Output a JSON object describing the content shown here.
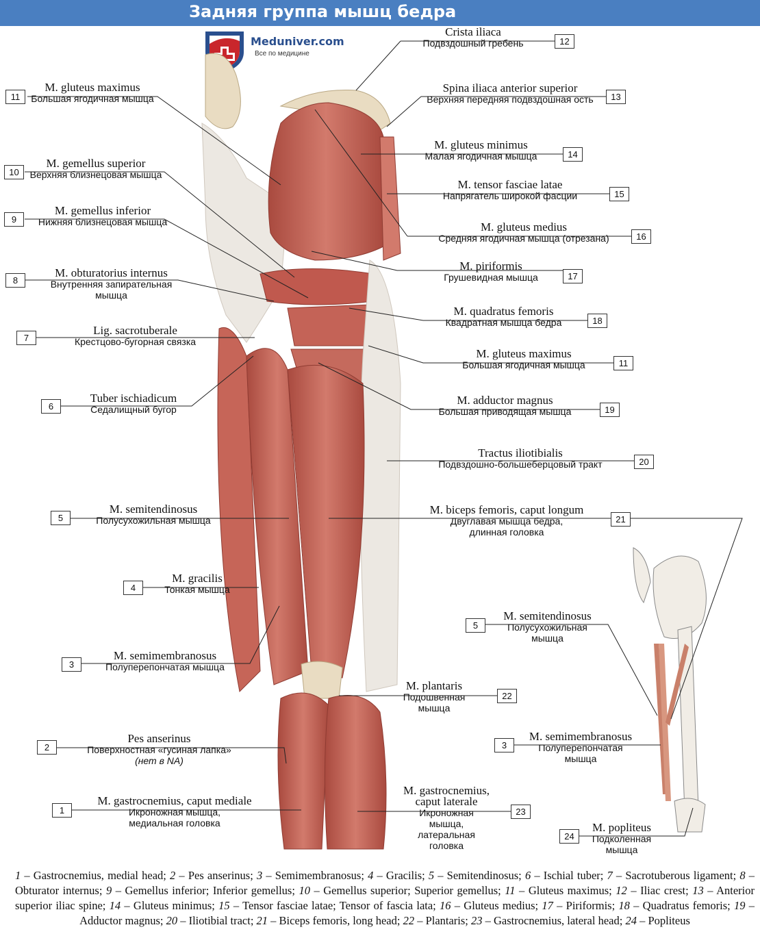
{
  "header": {
    "title": "Задняя группа мышц бедра"
  },
  "logo": {
    "name": "Meduniver.com",
    "tagline": "Все по медицине"
  },
  "colors": {
    "header_bg": "#4a7fc1",
    "muscle": "#c8655a",
    "tendon": "#ece8e2",
    "bone": "#e9dcc2"
  },
  "labels": [
    {
      "id": "12",
      "lat": "Crista iliaca",
      "ru": "Подвздошный гребень"
    },
    {
      "id": "11a",
      "num": "11",
      "lat": "M. gluteus maximus",
      "ru": "Большая ягодичная мышца"
    },
    {
      "id": "13",
      "lat": "Spina iliaca anterior superior",
      "ru": "Верхняя передняя подвздошная ость"
    },
    {
      "id": "10",
      "lat": "M. gemellus superior",
      "ru": "Верхняя близнецовая мышца"
    },
    {
      "id": "14",
      "lat": "M. gluteus minimus",
      "ru": "Малая ягодичная мышца"
    },
    {
      "id": "15",
      "lat": "M. tensor fasciae latae",
      "ru": "Напрягатель широкой фасции"
    },
    {
      "id": "9",
      "lat": "M. gemellus inferior",
      "ru": "Нижняя близнецовая мышца"
    },
    {
      "id": "16",
      "lat": "M. gluteus medius",
      "ru": "Средняя ягодичная мышца (отрезана)"
    },
    {
      "id": "8",
      "lat": "M. obturatorius internus",
      "ru": "Внутренняя запирательная мышца"
    },
    {
      "id": "17",
      "lat": "M. piriformis",
      "ru": "Грушевидная мышца"
    },
    {
      "id": "18",
      "lat": "M. quadratus femoris",
      "ru": "Квадратная мышца бедра"
    },
    {
      "id": "7",
      "lat": "Lig. sacrotuberale",
      "ru": "Крестцово-бугорная связка"
    },
    {
      "id": "11b",
      "num": "11",
      "lat": "M. gluteus maximus",
      "ru": "Большая ягодичная мышца"
    },
    {
      "id": "6",
      "lat": "Tuber ischiadicum",
      "ru": "Седалищный бугор"
    },
    {
      "id": "19",
      "lat": "M. adductor magnus",
      "ru": "Большая приводящая мышца"
    },
    {
      "id": "20",
      "lat": "Tractus iliotibialis",
      "ru": "Подвздошно-большеберцовый тракт"
    },
    {
      "id": "5a",
      "num": "5",
      "lat": "M. semitendinosus",
      "ru": "Полусухожильная мышца"
    },
    {
      "id": "21",
      "lat": "M. biceps femoris, caput longum",
      "ru": "Двуглавая мышца бедра, длинная головка"
    },
    {
      "id": "4",
      "lat": "M. gracilis",
      "ru": "Тонкая мышца"
    },
    {
      "id": "5b",
      "num": "5",
      "lat": "M. semitendinosus",
      "ru": "Полусухожильная мышца"
    },
    {
      "id": "3a",
      "num": "3",
      "lat": "M. semimembranosus",
      "ru": "Полуперепончатая мышца"
    },
    {
      "id": "22",
      "lat": "M. plantaris",
      "ru": "Подошвенная мышца"
    },
    {
      "id": "2",
      "lat": "Pes anserinus",
      "ru": "Поверхностная «гусиная лапка»",
      "note": "(нет в NA)"
    },
    {
      "id": "3b",
      "num": "3",
      "lat": "M. semimembranosus",
      "ru": "Полуперепончатая мышца"
    },
    {
      "id": "1",
      "lat": "M. gastrocnemius, caput mediale",
      "ru": "Икроножная мышца, медиальная головка"
    },
    {
      "id": "23",
      "lat": "M. gastrocnemius, caput laterale",
      "ru": "Икроножная мышца, латеральная головка"
    },
    {
      "id": "24",
      "lat": "M. popliteus",
      "ru": "Подколенная мышца"
    }
  ],
  "caption": [
    {
      "n": "1",
      "t": "Gastrocnemius, medial head;"
    },
    {
      "n": "2",
      "t": "Pes anserinus;"
    },
    {
      "n": "3",
      "t": "Semimembranosus;"
    },
    {
      "n": "4",
      "t": "Gracilis;"
    },
    {
      "n": "5",
      "t": "Semitendinosus;"
    },
    {
      "n": "6",
      "t": "Ischial tuber;"
    },
    {
      "n": "7",
      "t": "Sacrotuberous ligament;"
    },
    {
      "n": "8",
      "t": "Obturator internus;"
    },
    {
      "n": "9",
      "t": "Gemellus inferior; Inferior gemellus;"
    },
    {
      "n": "10",
      "t": "Gemellus superior; Superior gemellus;"
    },
    {
      "n": "11",
      "t": "Gluteus maximus;"
    },
    {
      "n": "12",
      "t": "Iliac crest;"
    },
    {
      "n": "13",
      "t": "Anterior superior iliac spine;"
    },
    {
      "n": "14",
      "t": "Gluteus minimus;"
    },
    {
      "n": "15",
      "t": "Tensor fasciae latae; Tensor of fascia lata;"
    },
    {
      "n": "16",
      "t": "Gluteus medius;"
    },
    {
      "n": "17",
      "t": "Piriformis;"
    },
    {
      "n": "18",
      "t": "Quadratus femoris;"
    },
    {
      "n": "19",
      "t": "Adductor magnus;"
    },
    {
      "n": "20",
      "t": "Iliotibial tract;"
    },
    {
      "n": "21",
      "t": "Biceps femoris, long head;"
    },
    {
      "n": "22",
      "t": "Plantaris;"
    },
    {
      "n": "23",
      "t": "Gastrocnemius, lateral head;"
    },
    {
      "n": "24",
      "t": "Popliteus"
    }
  ]
}
